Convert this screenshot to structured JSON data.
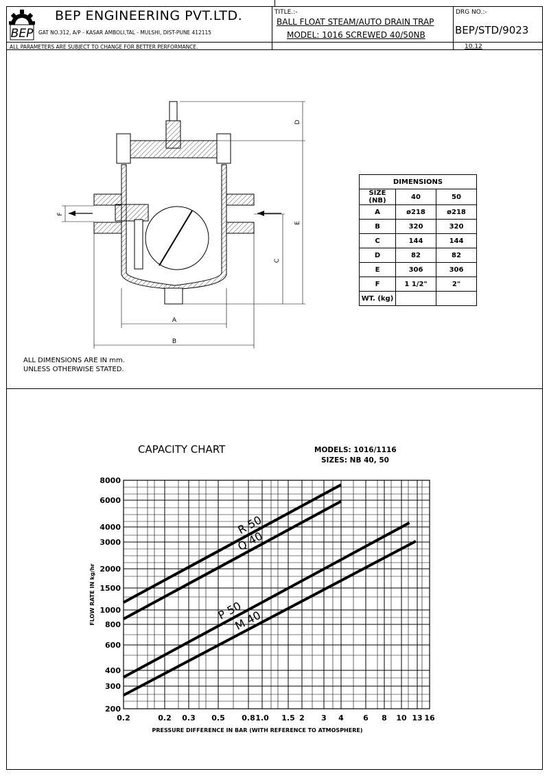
{
  "header": {
    "company": "BEP ENGINEERING PVT.LTD.",
    "logo_text": "BEP",
    "address": "GAT NO.312, A/P - KASAR AMBOLI,TAL - MULSHI, DIST-PUNE 412115",
    "disclaimer": "ALL PARAMETERS ARE SUBJECT TO CHANGE FOR BETTER PERFORMANCE.",
    "title_label": "TITLE.:-",
    "title_line1": "BALL FLOAT STEAM/AUTO DRAIN TRAP",
    "title_line2": "MODEL: 1016 SCREWED 40/50NB",
    "drg_label": "DRG NO.:-",
    "drg_no": "BEP/STD/9023",
    "revision": "10.12"
  },
  "drawing": {
    "dim_labels": {
      "A": "A",
      "B": "B",
      "C": "C",
      "D": "D",
      "E": "E",
      "F": "F"
    },
    "note_line1": "ALL DIMENSIONS ARE IN mm.",
    "note_line2": "UNLESS OTHERWISE STATED."
  },
  "dimensions_table": {
    "title": "DIMENSIONS",
    "header": [
      "SIZE (NB)",
      "40",
      "50"
    ],
    "rows": [
      [
        "A",
        "ø218",
        "ø218"
      ],
      [
        "B",
        "320",
        "320"
      ],
      [
        "C",
        "144",
        "144"
      ],
      [
        "D",
        "82",
        "82"
      ],
      [
        "E",
        "306",
        "306"
      ],
      [
        "F",
        "1 1/2\"",
        "2\""
      ],
      [
        "WT. (kg)",
        "",
        ""
      ]
    ]
  },
  "chart_data": {
    "type": "line",
    "title": "CAPACITY CHART",
    "models": "MODELS: 1016/1116",
    "sizes": "SIZES: NB 40, 50",
    "xlabel": "PRESSURE DIFFERENCE IN BAR (WITH REFERENCE TO ATMOSPHERE)",
    "ylabel": "FLOW RATE IN kg/hr",
    "x_tick_labels": [
      "0.2",
      "0.2",
      "0.3",
      "0.5",
      "0.8",
      "1.0",
      "1.5",
      "2",
      "3",
      "4",
      "6",
      "8",
      "10",
      "13",
      "16"
    ],
    "y_tick_labels": [
      "8000",
      "6000",
      "4000",
      "3000",
      "2000",
      "1500",
      "1000",
      "800",
      "600",
      "400",
      "300",
      "200"
    ],
    "xlim": [
      0.2,
      16
    ],
    "ylim": [
      200,
      8000
    ],
    "scale": "log-log",
    "grid": true,
    "series": [
      {
        "name": "R 50",
        "x": [
          0.2,
          4
        ],
        "y": [
          1150,
          7500
        ]
      },
      {
        "name": "Q 40",
        "x": [
          0.2,
          4
        ],
        "y": [
          870,
          5900
        ]
      },
      {
        "name": "P 50",
        "x": [
          0.2,
          11.4
        ],
        "y": [
          353,
          4260
        ]
      },
      {
        "name": "M 40",
        "x": [
          0.2,
          12.7
        ],
        "y": [
          255,
          3050
        ]
      }
    ]
  }
}
